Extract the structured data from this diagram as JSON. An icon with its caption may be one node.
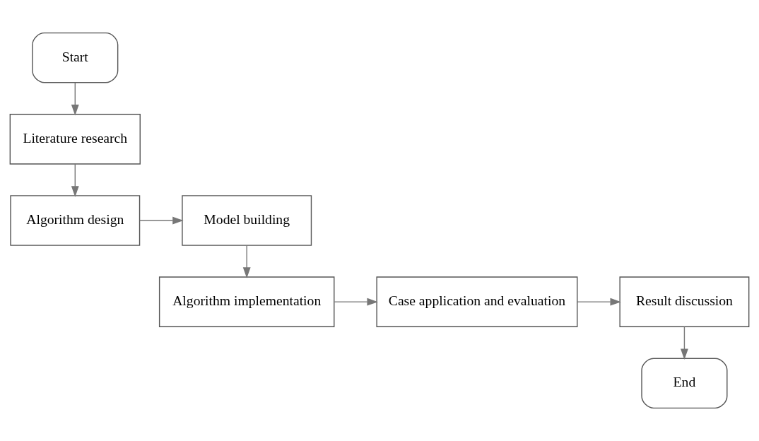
{
  "diagram": {
    "nodes": [
      {
        "text": [
          "Start"
        ]
      },
      {
        "text": [
          "Literature research"
        ]
      },
      {
        "text": [
          "Algorithm design"
        ]
      },
      {
        "text": [
          "Model building"
        ]
      },
      {
        "text": [
          "Algorithm implementation"
        ]
      },
      {
        "text": [
          "Case application and evaluation"
        ]
      },
      {
        "text": [
          "Result discussion"
        ]
      },
      {
        "text": [
          "End"
        ]
      }
    ],
    "edges": [
      {
        "from": 0,
        "to": 1,
        "arrow": "to"
      },
      {
        "from": 1,
        "to": 2,
        "arrow": "to"
      },
      {
        "from": 2,
        "to": 3,
        "arrow": "to"
      },
      {
        "from": 3,
        "to": 4,
        "arrow": "to"
      },
      {
        "from": 4,
        "to": 5,
        "arrow": "to"
      },
      {
        "from": 5,
        "to": 6,
        "arrow": "to"
      },
      {
        "from": 6,
        "to": 7,
        "arrow": "to"
      }
    ]
  }
}
